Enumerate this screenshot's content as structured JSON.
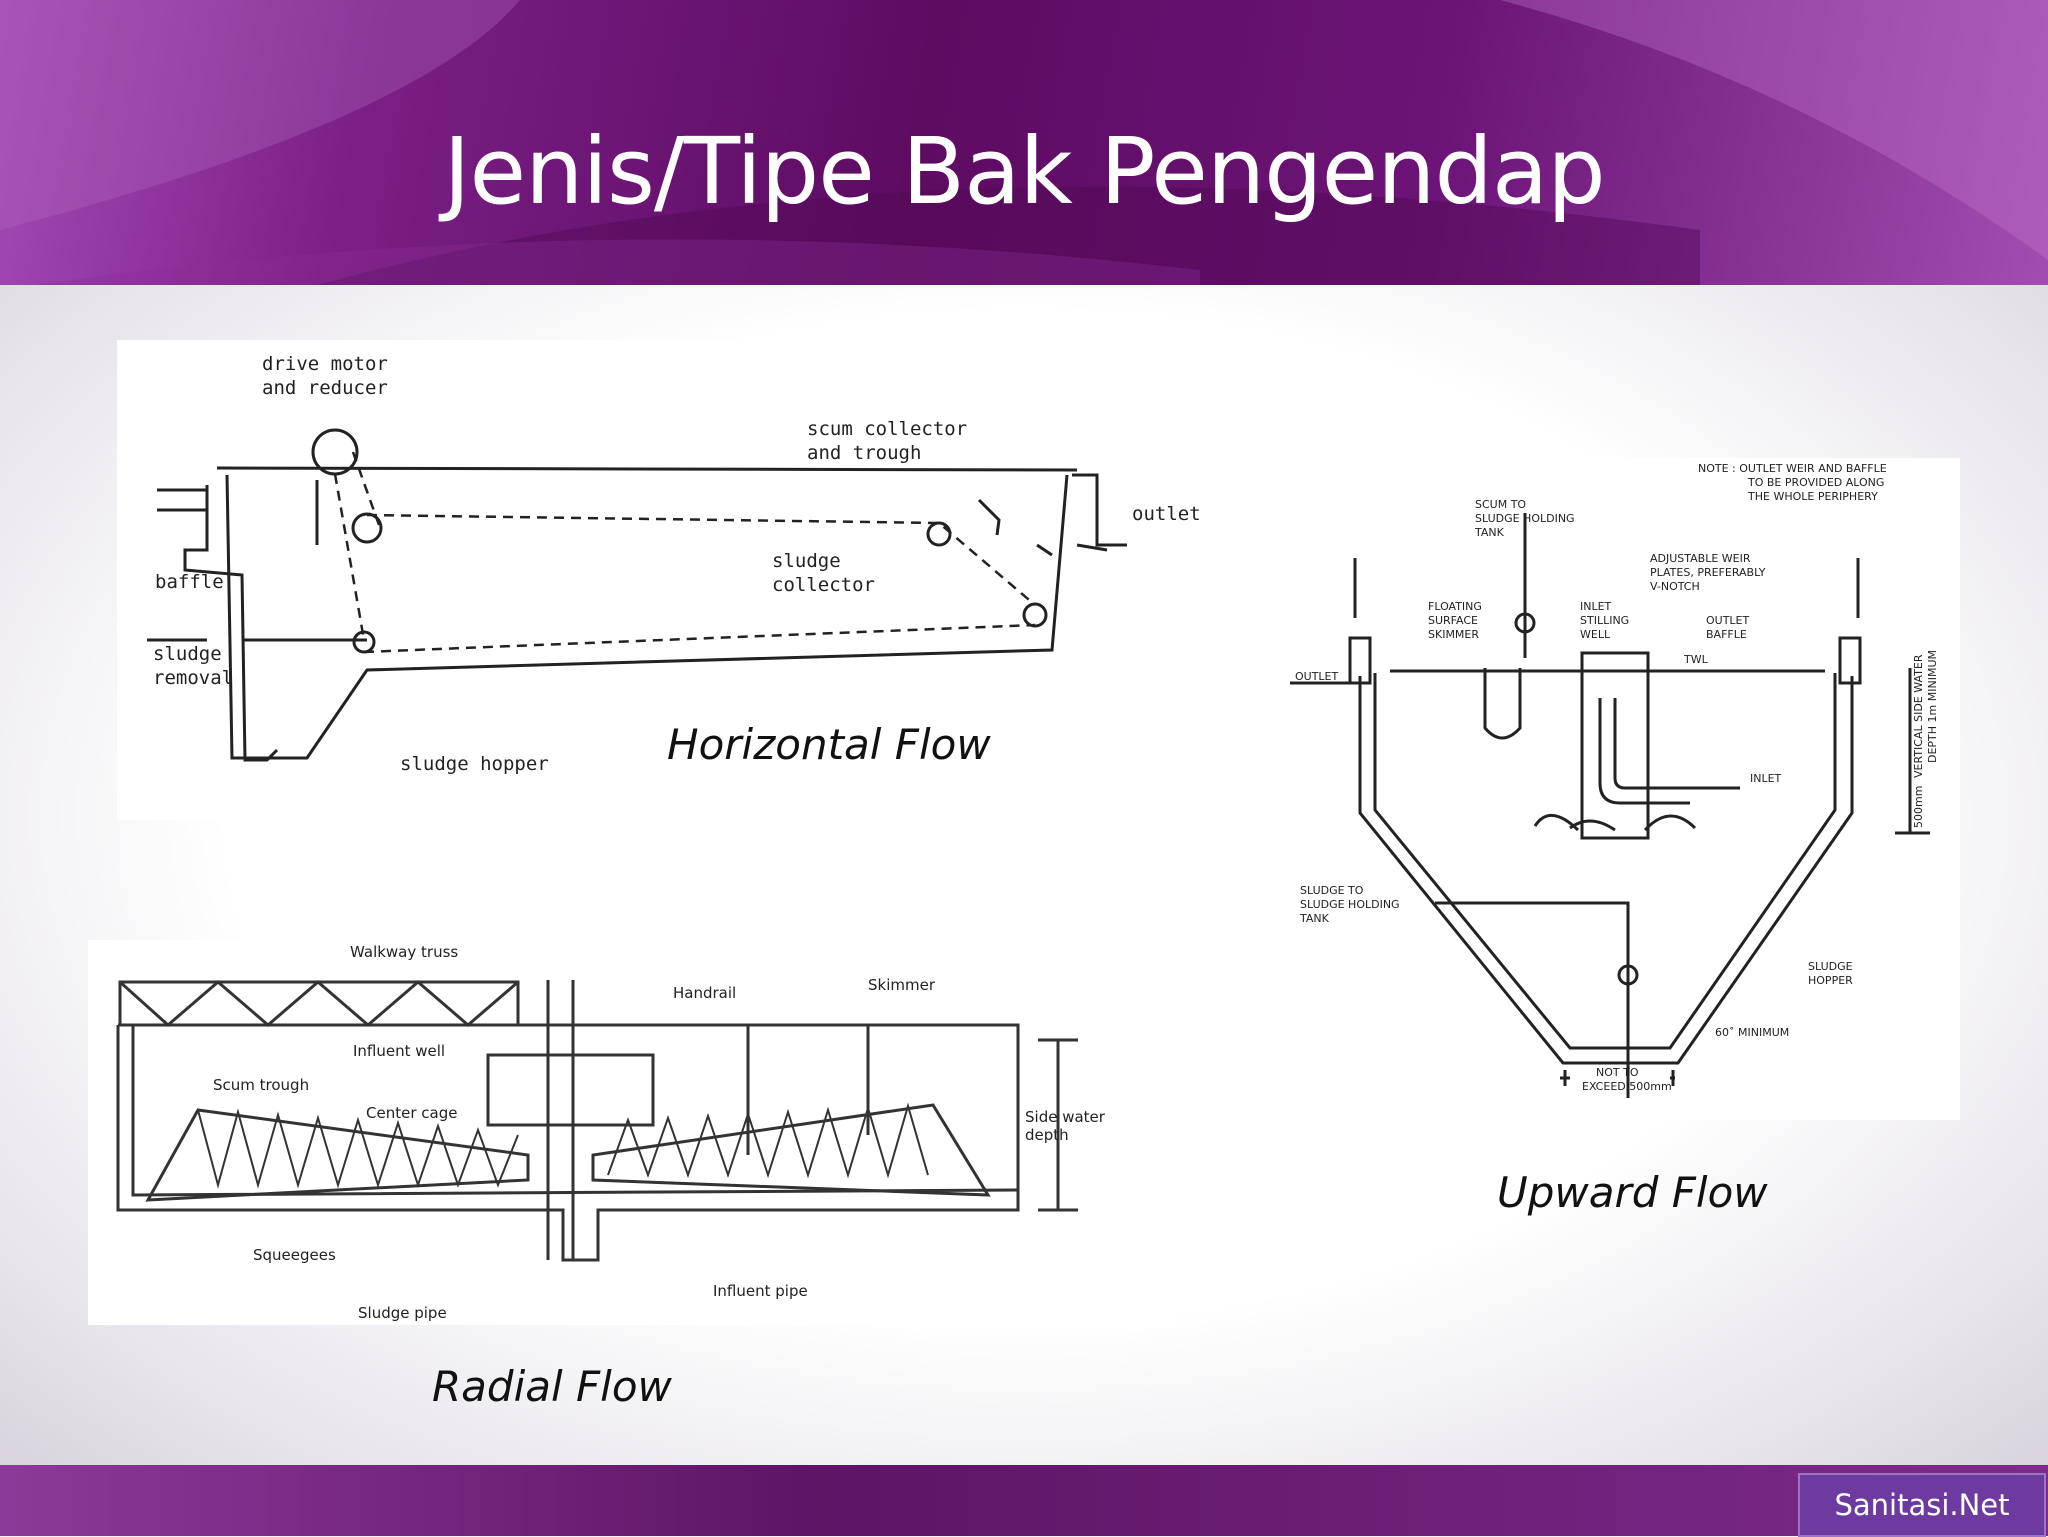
{
  "title": "Jenis/Tipe Bak Pengendap",
  "watermark": "Sanitasi.Net",
  "colors": {
    "header_dark": "#5e0b62",
    "header_light": "#a44bb4",
    "badge": "#6d3aa0"
  },
  "horizontal": {
    "caption": "Horizontal Flow",
    "labels": {
      "drive_motor_1": "drive motor",
      "drive_motor_2": "and reducer",
      "scum_1": "scum collector",
      "scum_2": "and trough",
      "outlet": "outlet",
      "baffle": "baffle",
      "sludge_collector_1": "sludge",
      "sludge_collector_2": "collector",
      "sludge_removal_1": "sludge",
      "sludge_removal_2": "removal",
      "sludge_hopper": "sludge hopper"
    }
  },
  "upward": {
    "caption": "Upward Flow",
    "labels": {
      "note_1": "NOTE : OUTLET WEIR AND BAFFLE",
      "note_2": "TO BE PROVIDED ALONG",
      "note_3": "THE WHOLE PERIPHERY",
      "scum_1": "SCUM TO",
      "scum_2": "SLUDGE HOLDING",
      "scum_3": "TANK",
      "weir_1": "ADJUSTABLE WEIR",
      "weir_2": "PLATES, PREFERABLY",
      "weir_3": "V-NOTCH",
      "floating_1": "FLOATING",
      "floating_2": "SURFACE",
      "floating_3": "SKIMMER",
      "inlet_well_1": "INLET",
      "inlet_well_2": "STILLING",
      "inlet_well_3": "WELL",
      "outlet_baffle_1": "OUTLET",
      "outlet_baffle_2": "BAFFLE",
      "twl": "TWL",
      "outlet": "OUTLET",
      "inlet": "INLET",
      "vertical_1": "VERTICAL SIDE WATER",
      "vertical_2": "DEPTH 1m MINIMUM",
      "mm500": "500mm",
      "sludge_to_1": "SLUDGE TO",
      "sludge_to_2": "SLUDGE HOLDING",
      "sludge_to_3": "TANK",
      "hopper_1": "SLUDGE",
      "hopper_2": "HOPPER",
      "angle": "60˚ MINIMUM",
      "not_to_1": "NOT TO",
      "not_to_2": "EXCEED 500mm"
    }
  },
  "radial": {
    "caption": "Radial Flow",
    "labels": {
      "walkway": "Walkway truss",
      "handrail": "Handrail",
      "skimmer": "Skimmer",
      "influent_well": "Influent well",
      "scum_trough": "Scum trough",
      "center_cage": "Center cage",
      "side_water_1": "Side water",
      "side_water_2": "depth",
      "squeegees": "Squeegees",
      "influent_pipe": "Influent pipe",
      "sludge_pipe": "Sludge pipe"
    }
  }
}
